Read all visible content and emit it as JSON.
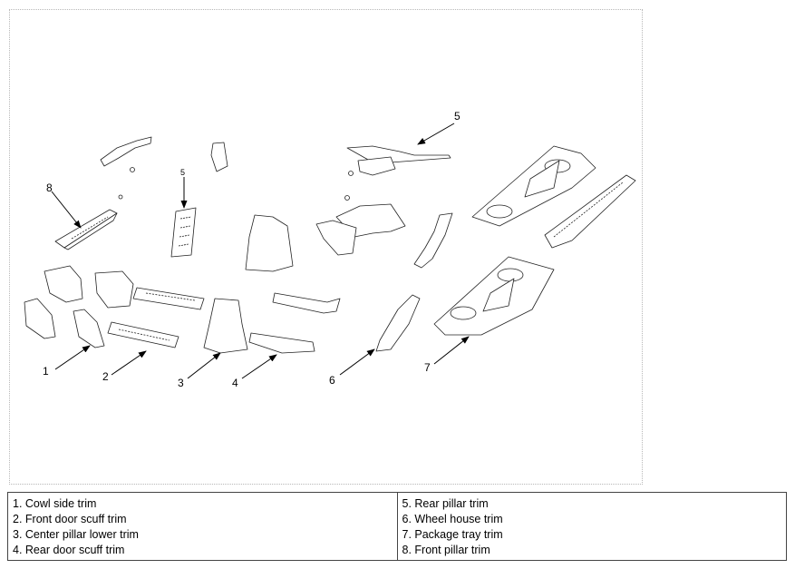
{
  "callouts": [
    "1",
    "2",
    "3",
    "4",
    "5",
    "5",
    "6",
    "7",
    "8"
  ],
  "legend": {
    "left": [
      "1. Cowl side trim",
      "2. Front door scuff trim",
      "3. Center pillar lower trim",
      "4. Rear door scuff trim"
    ],
    "right": [
      "5. Rear pillar trim",
      "6. Wheel house trim",
      "7. Package tray trim",
      "8. Front pillar trim"
    ]
  }
}
